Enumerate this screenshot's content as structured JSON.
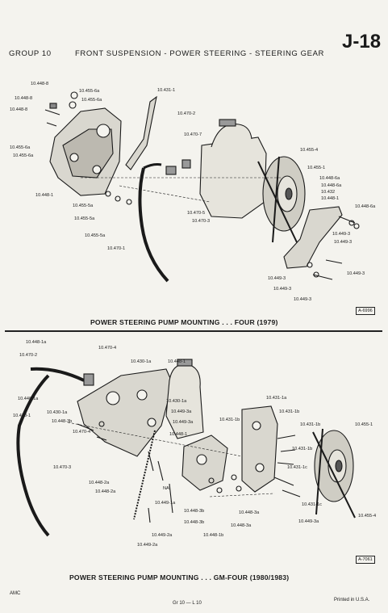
{
  "header": {
    "group": "GROUP 10",
    "section": "FRONT SUSPENSION - POWER STEERING - STEERING GEAR",
    "page_number": "J-18"
  },
  "figure1": {
    "caption": "POWER STEERING PUMP MOUNTING . . . FOUR (1979)",
    "code": "A-6996",
    "callouts": [
      "10.448-8",
      "10.455-6a",
      "10.455-6a",
      "10.448-8",
      "10.448-8",
      "10.431-1",
      "10.470-2",
      "10.470-7",
      "10.455-6a",
      "10.455-6a",
      "10.455-4",
      "10.455-1",
      "10.448-6a",
      "10.448-6a",
      "10.432",
      "10.448-1",
      "10.448-6a",
      "10.448-1",
      "10.455-5a",
      "10.455-5a",
      "10.470-5",
      "10.470-3",
      "10.455-5a",
      "10.449-3",
      "10.449-3",
      "10.470-1",
      "10.449-3",
      "10.449-3",
      "10.449-3",
      "10.449-3"
    ]
  },
  "figure2": {
    "caption": "POWER STEERING PUMP MOUNTING . . . GM-FOUR (1980/1983)",
    "code": "A-7061",
    "callouts": [
      "10.448-1a",
      "10.470-4",
      "10.470-2",
      "10.430-1a",
      "10.448-1",
      "10.448-1a",
      "10.431-1a",
      "10.430-1a",
      "10.430-1a",
      "10.449-3a",
      "10.449-3a",
      "10.431-1b",
      "10.431-1b",
      "10.470-1",
      "10.448-3b",
      "10.448-1",
      "10.431-1b",
      "10.455-1",
      "10.470-4",
      "10.431-1b",
      "10.470-3",
      "10.431-1c",
      "10.448-2a",
      "10.448-2a",
      "NA",
      "10.449-1a",
      "10.448-3b",
      "10.448-3b",
      "10.448-3a",
      "10.448-3a",
      "10.431-1c",
      "10.449-3a",
      "10.455-4",
      "10.449-2a",
      "10.448-1b",
      "10.449-2a"
    ]
  },
  "footer": {
    "left": "AMC",
    "center": "Gr 10 — L 10",
    "right": "Printed in U.S.A."
  }
}
